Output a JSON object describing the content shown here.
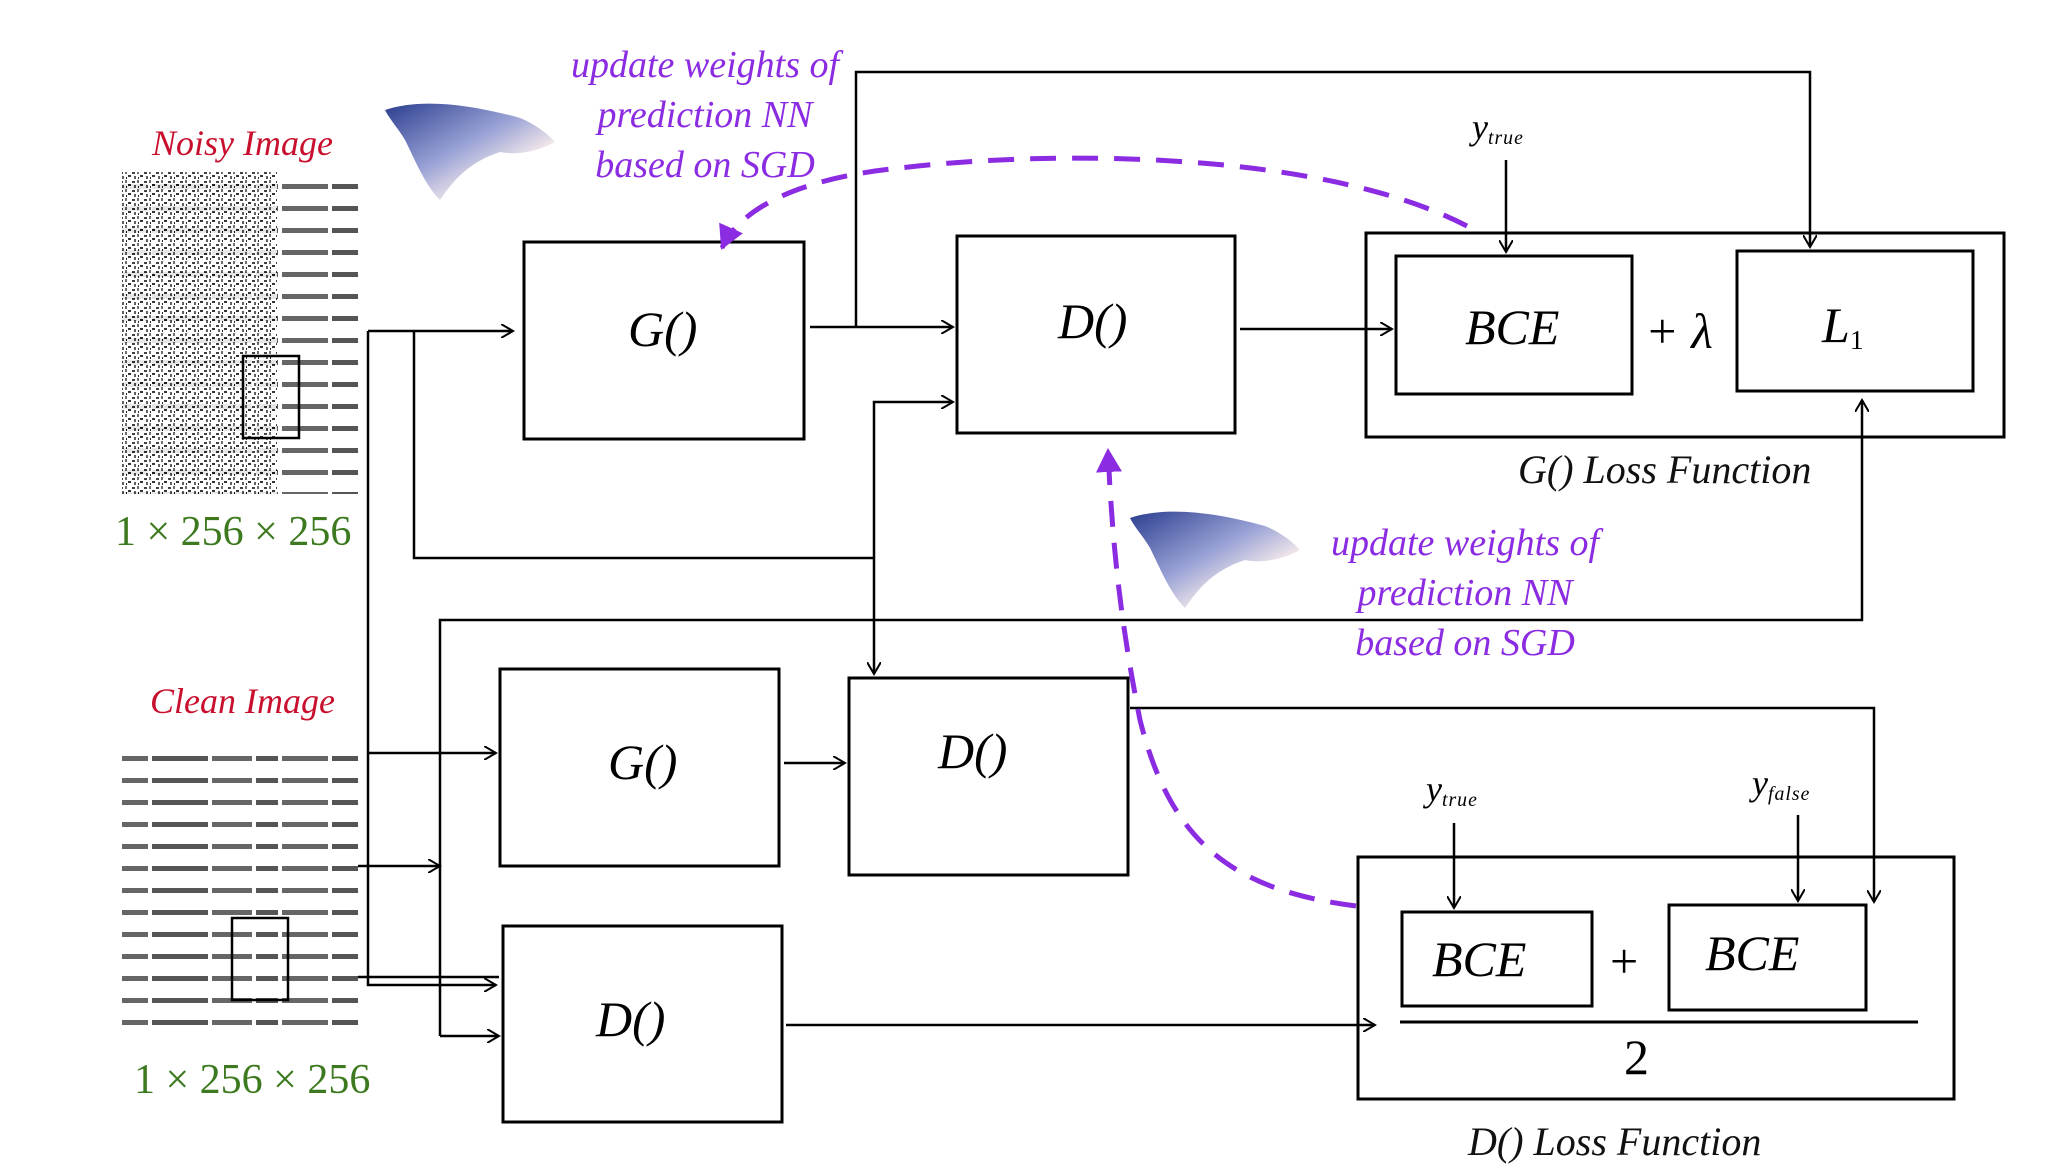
{
  "colors": {
    "line": "#000000",
    "update_arrow": "#8b2be2",
    "image_title": "#c8102e",
    "dims": "#3d7a1f"
  },
  "noisy_image": {
    "title": "Noisy Image",
    "dims": "1 × 256 × 256"
  },
  "clean_image": {
    "title": "Clean Image",
    "dims": "1 × 256 × 256"
  },
  "generator_label": "G()",
  "discriminator_label": "D()",
  "g_loss": {
    "bce": "BCE",
    "plus_lambda": "+ λ",
    "l1": "L",
    "l1_sub": "1",
    "y_true": "y",
    "y_true_sub": "true",
    "caption": "G() Loss Function"
  },
  "d_loss": {
    "bce_left": "BCE",
    "plus": "+",
    "bce_right": "BCE",
    "denominator": "2",
    "y_true": "y",
    "y_true_sub": "true",
    "y_false": "y",
    "y_false_sub": "false",
    "caption": "D() Loss Function"
  },
  "update_top": [
    "update weights of",
    "prediction NN",
    "based on SGD"
  ],
  "update_mid": [
    "update weights of",
    "prediction NN",
    "based on SGD"
  ],
  "icons": [
    "loss-surface-icon",
    "loss-surface-icon"
  ]
}
